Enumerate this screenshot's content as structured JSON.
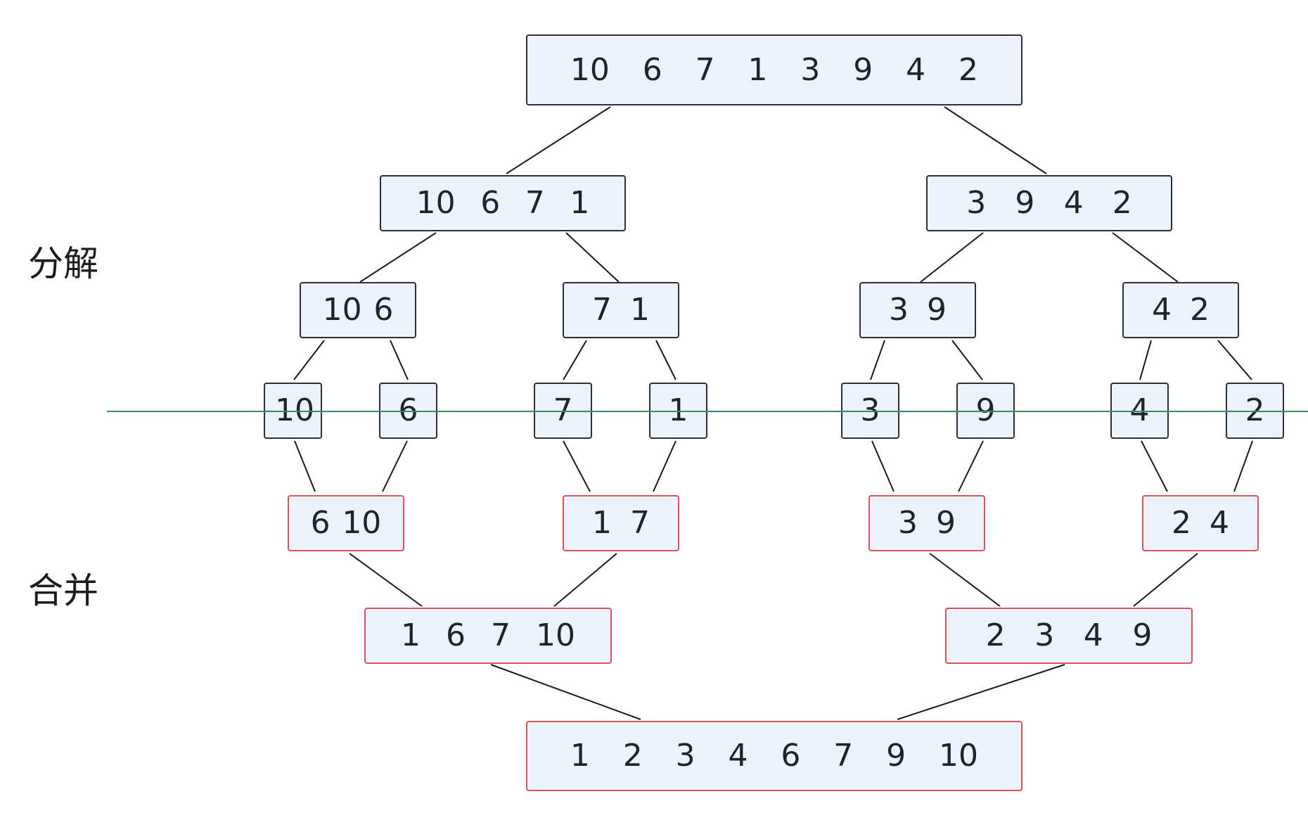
{
  "labels": {
    "split": "分解",
    "merge": "合并"
  },
  "colors": {
    "split_border": "#2b2f36",
    "merge_border": "#d9545a",
    "node_fill": "#eef2fb",
    "divider": "#3e8a5e"
  },
  "split": {
    "root": [
      "10",
      "6",
      "7",
      "1",
      "3",
      "9",
      "4",
      "2"
    ],
    "level1": [
      [
        "10",
        "6",
        "7",
        "1"
      ],
      [
        "3",
        "9",
        "4",
        "2"
      ]
    ],
    "level2": [
      [
        "10",
        "6"
      ],
      [
        "7",
        "1"
      ],
      [
        "3",
        "9"
      ],
      [
        "4",
        "2"
      ]
    ],
    "level3": [
      [
        "10"
      ],
      [
        "6"
      ],
      [
        "7"
      ],
      [
        "1"
      ],
      [
        "3"
      ],
      [
        "9"
      ],
      [
        "4"
      ],
      [
        "2"
      ]
    ]
  },
  "merge": {
    "level1": [
      [
        "6",
        "10"
      ],
      [
        "1",
        "7"
      ],
      [
        "3",
        "9"
      ],
      [
        "2",
        "4"
      ]
    ],
    "level2": [
      [
        "1",
        "6",
        "7",
        "10"
      ],
      [
        "2",
        "3",
        "4",
        "9"
      ]
    ],
    "result": [
      "1",
      "2",
      "3",
      "4",
      "6",
      "7",
      "9",
      "10"
    ]
  }
}
